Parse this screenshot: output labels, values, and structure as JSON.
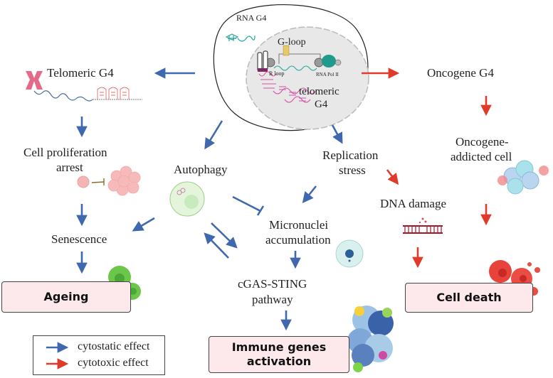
{
  "colors": {
    "cytostatic": "#3f68ae",
    "cytotoxic": "#e03a2b",
    "box_fill": "#fde9ec",
    "box_border": "#444444"
  },
  "nucleus": {
    "rna_g4": "RNA G4",
    "g_loop": "G-loop",
    "r_loop": "R loop",
    "rna_pol": "RNA Pol II",
    "telomeric_g4": [
      "telomeric",
      "G4"
    ]
  },
  "nodes": {
    "telomeric_g4": "Telomeric G4",
    "cell_proliferation_arrest": [
      "Cell proliferation",
      "arrest"
    ],
    "senescence": "Senescence",
    "ageing": "Ageing",
    "autophagy": "Autophagy",
    "replication_stress": [
      "Replication",
      "stress"
    ],
    "micronuclei_accumulation": [
      "Micronuclei",
      "accumulation"
    ],
    "cgas_sting": [
      "cGAS-STING",
      "pathway"
    ],
    "immune_genes_activation": [
      "Immune genes",
      "activation"
    ],
    "oncogene_g4": "Oncogene  G4",
    "oncogene_addicted_cell": [
      "Oncogene-",
      "addicted cell"
    ],
    "dna_damage": "DNA damage",
    "cell_death": "Cell death"
  },
  "legend": {
    "items": [
      {
        "label": "cytostatic effect",
        "type": "cytostatic"
      },
      {
        "label": "cytotoxic effect",
        "type": "cytotoxic"
      }
    ]
  },
  "edges": [
    {
      "from": "nucleus",
      "to": "telomeric_g4",
      "type": "cytostatic"
    },
    {
      "from": "nucleus",
      "to": "autophagy",
      "type": "cytostatic"
    },
    {
      "from": "nucleus",
      "to": "replication_stress",
      "type": "cytostatic"
    },
    {
      "from": "nucleus",
      "to": "oncogene_g4",
      "type": "cytotoxic"
    },
    {
      "from": "telomeric_g4",
      "to": "cell_proliferation_arrest",
      "type": "cytostatic"
    },
    {
      "from": "cell_proliferation_arrest",
      "to": "senescence",
      "type": "cytostatic"
    },
    {
      "from": "senescence",
      "to": "ageing",
      "type": "cytostatic"
    },
    {
      "from": "autophagy",
      "to": "senescence",
      "type": "cytostatic"
    },
    {
      "from": "autophagy",
      "to": "micronuclei_accumulation",
      "type": "inhibition"
    },
    {
      "from": "autophagy",
      "to": "cgas_sting",
      "type": "cytostatic"
    },
    {
      "from": "cgas_sting",
      "to": "autophagy",
      "type": "cytostatic"
    },
    {
      "from": "replication_stress",
      "to": "micronuclei_accumulation",
      "type": "cytostatic"
    },
    {
      "from": "replication_stress",
      "to": "dna_damage",
      "type": "cytotoxic"
    },
    {
      "from": "micronuclei_accumulation",
      "to": "cgas_sting",
      "type": "cytostatic"
    },
    {
      "from": "cgas_sting",
      "to": "immune_genes_activation",
      "type": "cytostatic"
    },
    {
      "from": "oncogene_g4",
      "to": "oncogene_addicted_cell",
      "type": "cytotoxic"
    },
    {
      "from": "oncogene_addicted_cell",
      "to": "cell_death",
      "type": "cytotoxic"
    },
    {
      "from": "dna_damage",
      "to": "cell_death",
      "type": "cytotoxic"
    }
  ]
}
